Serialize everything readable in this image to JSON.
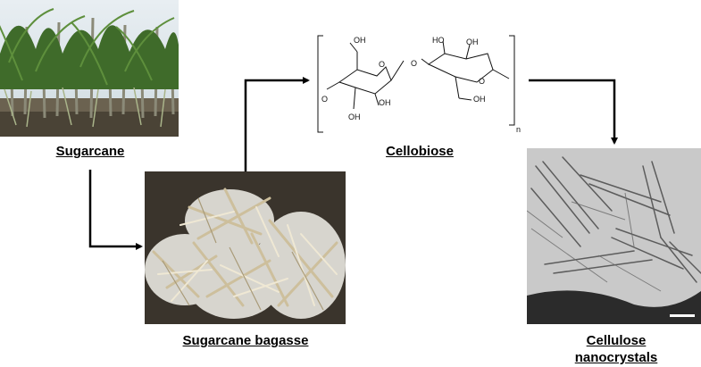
{
  "labels": {
    "sugarcane": "Sugarcane",
    "bagasse": "Sugarcane bagasse",
    "cellobiose": "Cellobiose",
    "cnc_line1": "Cellulose",
    "cnc_line2": "nanocrystals"
  },
  "structure": {
    "atoms": {
      "oh_top_left": "OH",
      "o_ring_left": "O",
      "oh_bottom_left_1": "OH",
      "oh_bottom_left_2": "OH",
      "o_left_bracket": "O",
      "o_bridge": "O",
      "ho_top_right": "HO",
      "oh_top_right": "OH",
      "o_ring_right": "O",
      "oh_right": "OH",
      "subscript": "n"
    }
  },
  "colors": {
    "arrow": "#000000",
    "soil": "#3a342c",
    "cane_green": "#4e7a32",
    "bagasse": "#d8cdb0",
    "tem_bg": "#c9c9c9"
  }
}
